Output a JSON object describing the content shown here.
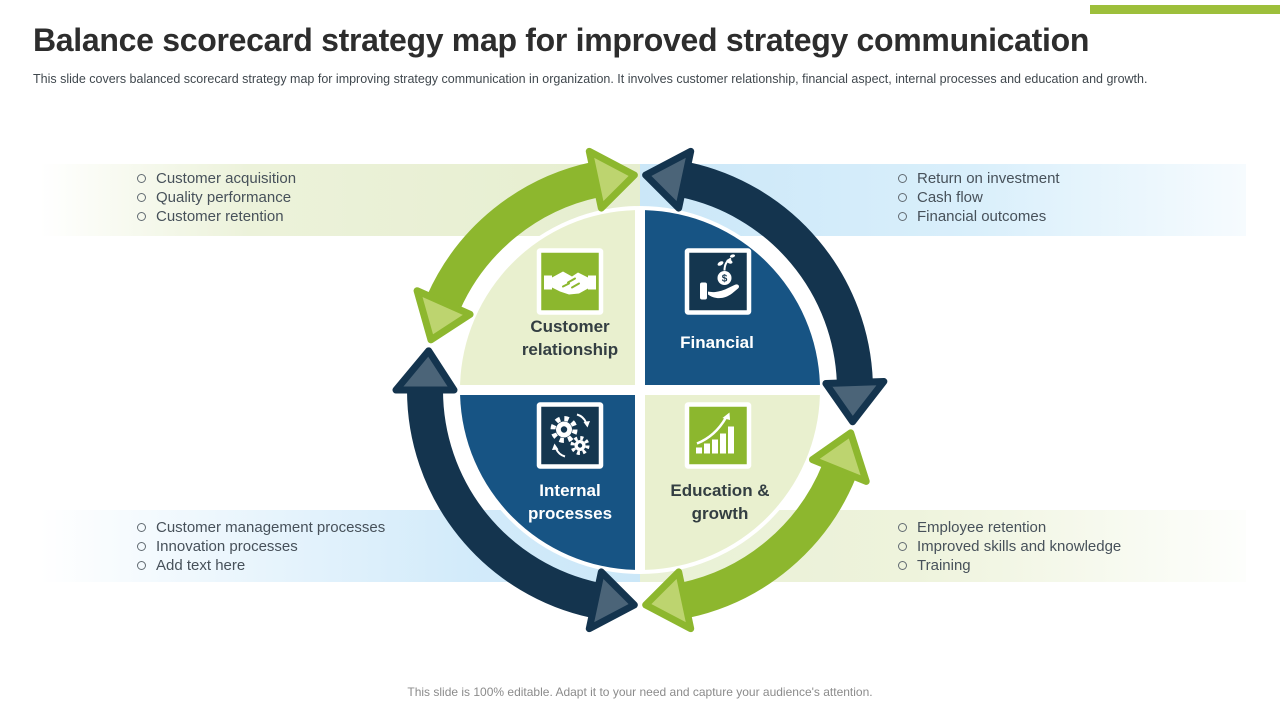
{
  "slide": {
    "title": "Balance scorecard strategy map for improved strategy communication",
    "subtitle": "This slide covers balanced scorecard strategy map for improving strategy communication in organization. It involves customer relationship, financial aspect, internal processes and education and growth.",
    "footer": "This slide is 100% editable. Adapt it to your need and capture your audience's attention."
  },
  "diagram": {
    "dollar_sign": "$",
    "quadrants": [
      {
        "id": "customer-relationship",
        "label": "Customer relationship",
        "icon": "handshake-icon"
      },
      {
        "id": "financial",
        "label": "Financial",
        "icon": "money-growth-icon"
      },
      {
        "id": "internal-processes",
        "label": "Internal processes",
        "icon": "gears-icon"
      },
      {
        "id": "education-growth",
        "label": "Education & growth",
        "icon": "growth-chart-icon"
      }
    ]
  },
  "panels": {
    "top_left": {
      "items": [
        "Customer acquisition",
        "Quality performance",
        "Customer retention"
      ]
    },
    "top_right": {
      "items": [
        "Return on investment",
        "Cash flow",
        "Financial outcomes"
      ]
    },
    "bottom_left": {
      "items": [
        "Customer management processes",
        "Innovation processes",
        "Add text here"
      ]
    },
    "bottom_right": {
      "items": [
        "Employee retention",
        "Improved skills and knowledge",
        "Training"
      ]
    }
  },
  "colors": {
    "accent_green": "#9dbf3b",
    "arc_green": "#8db72e",
    "arc_green_light": "#bdd46f",
    "arc_navy": "#14344e",
    "arc_navy_light": "#4b6478",
    "quadrant_green": "#e9f0cf",
    "quadrant_blue": "#175484",
    "icon_box_green": "#8cb72e",
    "icon_box_navy": "#14364f",
    "white": "#ffffff"
  }
}
